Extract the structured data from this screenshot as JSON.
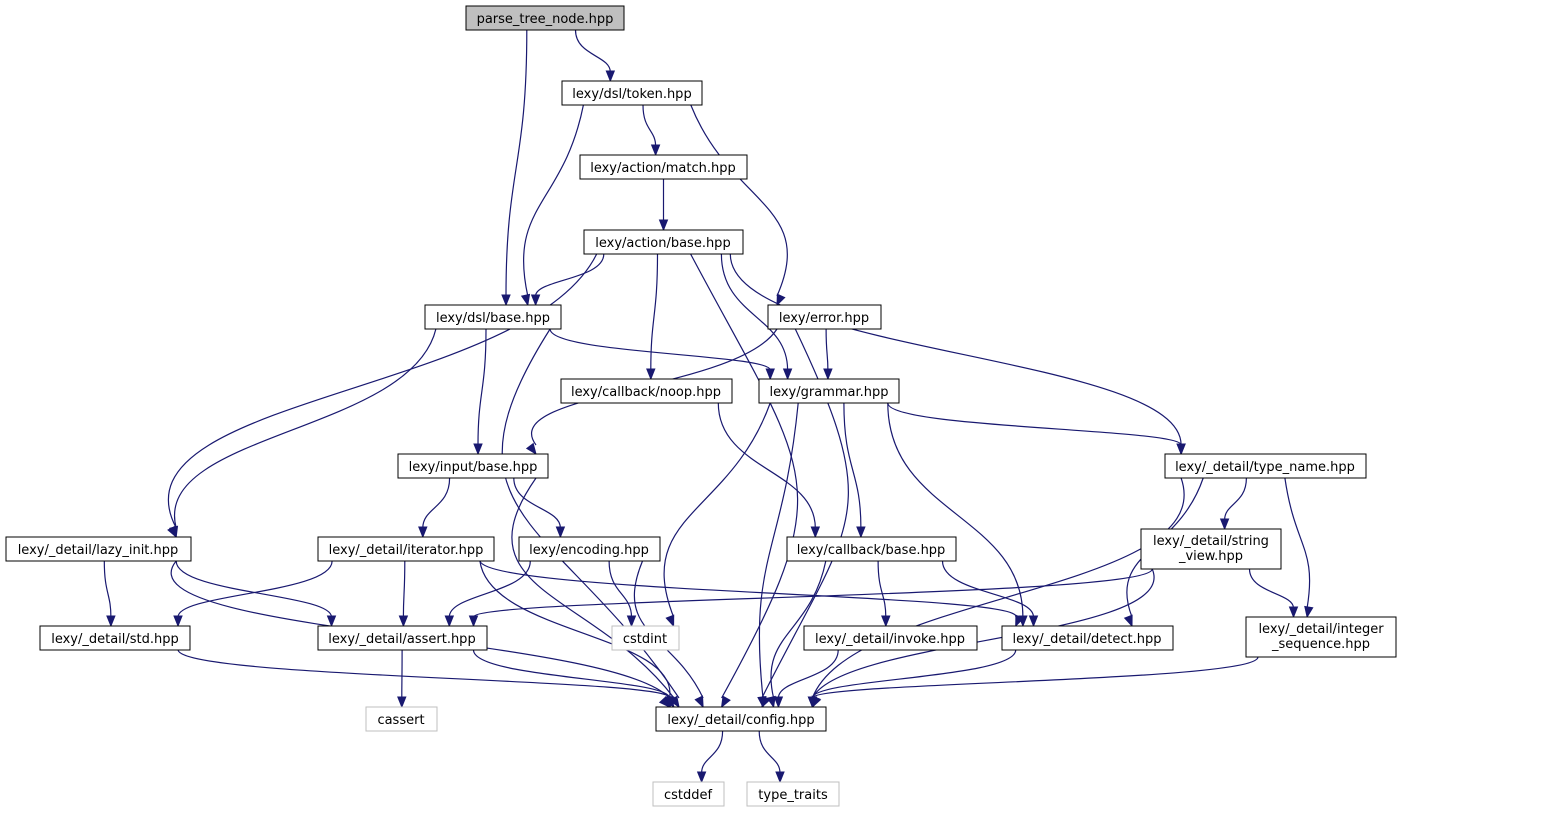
{
  "nodes": [
    {
      "id": "ptn",
      "lines": [
        "parse_tree_node.hpp"
      ],
      "kind": "root"
    },
    {
      "id": "token",
      "lines": [
        "lexy/dsl/token.hpp"
      ],
      "kind": "normal"
    },
    {
      "id": "match",
      "lines": [
        "lexy/action/match.hpp"
      ],
      "kind": "normal"
    },
    {
      "id": "abase",
      "lines": [
        "lexy/action/base.hpp"
      ],
      "kind": "normal"
    },
    {
      "id": "dslbase",
      "lines": [
        "lexy/dsl/base.hpp"
      ],
      "kind": "normal"
    },
    {
      "id": "error",
      "lines": [
        "lexy/error.hpp"
      ],
      "kind": "normal"
    },
    {
      "id": "noop",
      "lines": [
        "lexy/callback/noop.hpp"
      ],
      "kind": "normal"
    },
    {
      "id": "grammar",
      "lines": [
        "lexy/grammar.hpp"
      ],
      "kind": "normal"
    },
    {
      "id": "ibase",
      "lines": [
        "lexy/input/base.hpp"
      ],
      "kind": "normal"
    },
    {
      "id": "typename",
      "lines": [
        "lexy/_detail/type_name.hpp"
      ],
      "kind": "normal"
    },
    {
      "id": "lazy",
      "lines": [
        "lexy/_detail/lazy_init.hpp"
      ],
      "kind": "normal"
    },
    {
      "id": "iterator",
      "lines": [
        "lexy/_detail/iterator.hpp"
      ],
      "kind": "normal"
    },
    {
      "id": "encoding",
      "lines": [
        "lexy/encoding.hpp"
      ],
      "kind": "normal"
    },
    {
      "id": "cbbase",
      "lines": [
        "lexy/callback/base.hpp"
      ],
      "kind": "normal"
    },
    {
      "id": "strview",
      "lines": [
        "lexy/_detail/string",
        "_view.hpp"
      ],
      "kind": "normal"
    },
    {
      "id": "std",
      "lines": [
        "lexy/_detail/std.hpp"
      ],
      "kind": "normal"
    },
    {
      "id": "assert",
      "lines": [
        "lexy/_detail/assert.hpp"
      ],
      "kind": "normal"
    },
    {
      "id": "cstdint",
      "lines": [
        "cstdint"
      ],
      "kind": "ext"
    },
    {
      "id": "invoke",
      "lines": [
        "lexy/_detail/invoke.hpp"
      ],
      "kind": "normal"
    },
    {
      "id": "detect",
      "lines": [
        "lexy/_detail/detect.hpp"
      ],
      "kind": "normal"
    },
    {
      "id": "intseq",
      "lines": [
        "lexy/_detail/integer",
        "_sequence.hpp"
      ],
      "kind": "normal"
    },
    {
      "id": "cassert",
      "lines": [
        "cassert"
      ],
      "kind": "ext"
    },
    {
      "id": "config",
      "lines": [
        "lexy/_detail/config.hpp"
      ],
      "kind": "normal"
    },
    {
      "id": "cstddef",
      "lines": [
        "cstddef"
      ],
      "kind": "ext"
    },
    {
      "id": "typetraits",
      "lines": [
        "type_traits"
      ],
      "kind": "ext"
    }
  ],
  "edges": [
    [
      "ptn",
      "token"
    ],
    [
      "ptn",
      "dslbase"
    ],
    [
      "token",
      "match"
    ],
    [
      "token",
      "dslbase"
    ],
    [
      "token",
      "error"
    ],
    [
      "match",
      "abase"
    ],
    [
      "abase",
      "dslbase"
    ],
    [
      "abase",
      "noop"
    ],
    [
      "abase",
      "grammar"
    ],
    [
      "abase",
      "typename"
    ],
    [
      "abase",
      "lazy"
    ],
    [
      "abase",
      "config"
    ],
    [
      "dslbase",
      "grammar"
    ],
    [
      "dslbase",
      "ibase"
    ],
    [
      "dslbase",
      "lazy"
    ],
    [
      "dslbase",
      "config"
    ],
    [
      "error",
      "grammar"
    ],
    [
      "error",
      "ibase"
    ],
    [
      "error",
      "config"
    ],
    [
      "noop",
      "cbbase"
    ],
    [
      "grammar",
      "typename"
    ],
    [
      "grammar",
      "cbbase"
    ],
    [
      "grammar",
      "detect"
    ],
    [
      "grammar",
      "cstdint"
    ],
    [
      "grammar",
      "config"
    ],
    [
      "ibase",
      "iterator"
    ],
    [
      "ibase",
      "encoding"
    ],
    [
      "ibase",
      "config"
    ],
    [
      "typename",
      "strview"
    ],
    [
      "typename",
      "intseq"
    ],
    [
      "typename",
      "detect"
    ],
    [
      "typename",
      "config"
    ],
    [
      "lazy",
      "std"
    ],
    [
      "lazy",
      "assert"
    ],
    [
      "lazy",
      "config"
    ],
    [
      "iterator",
      "std"
    ],
    [
      "iterator",
      "assert"
    ],
    [
      "iterator",
      "detect"
    ],
    [
      "iterator",
      "config"
    ],
    [
      "encoding",
      "assert"
    ],
    [
      "encoding",
      "cstdint"
    ],
    [
      "encoding",
      "config"
    ],
    [
      "cbbase",
      "invoke"
    ],
    [
      "cbbase",
      "detect"
    ],
    [
      "cbbase",
      "config"
    ],
    [
      "strview",
      "assert"
    ],
    [
      "strview",
      "intseq"
    ],
    [
      "strview",
      "config"
    ],
    [
      "std",
      "config"
    ],
    [
      "assert",
      "cassert"
    ],
    [
      "assert",
      "config"
    ],
    [
      "invoke",
      "config"
    ],
    [
      "detect",
      "config"
    ],
    [
      "intseq",
      "config"
    ],
    [
      "config",
      "cstddef"
    ],
    [
      "config",
      "typetraits"
    ]
  ]
}
